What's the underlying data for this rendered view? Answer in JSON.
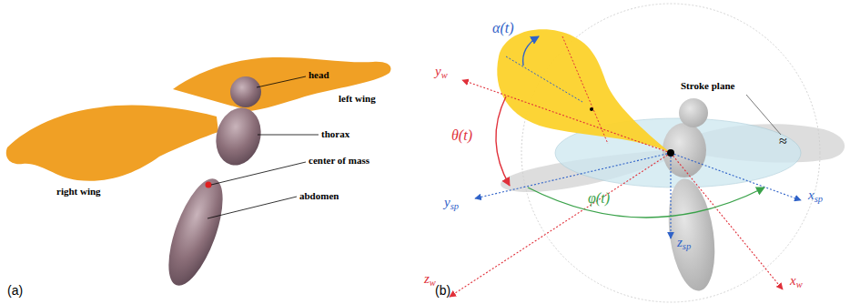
{
  "diagram": {
    "labels": [
      "head",
      "left wing",
      "thorax",
      "right wing",
      "center of mass",
      "abdomen",
      "(a)",
      "α(t)",
      "yw",
      "θ(t)",
      "ysp",
      "φ(t)",
      "Stroke plane",
      "≈",
      "xsp",
      "zsp",
      "xw",
      "zw",
      "(b)"
    ]
  }
}
